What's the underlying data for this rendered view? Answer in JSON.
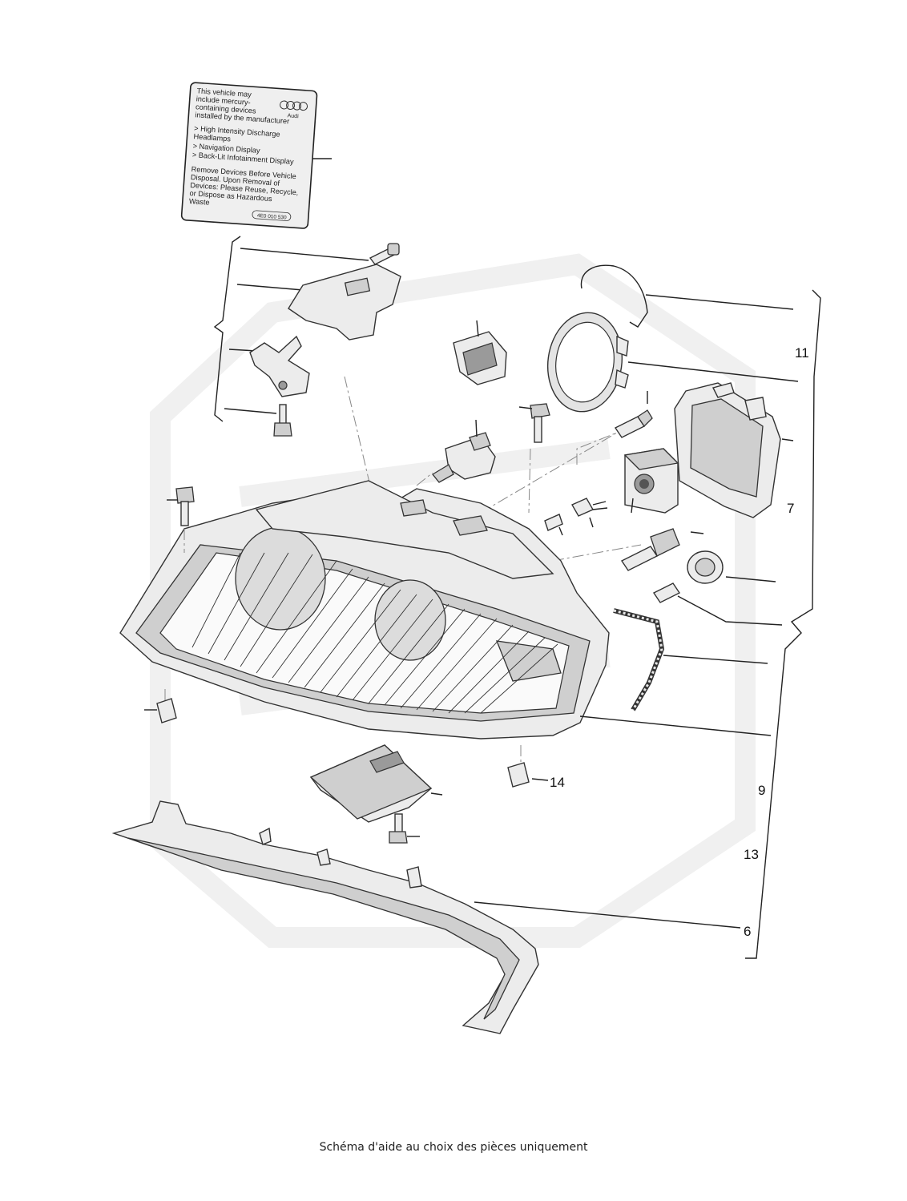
{
  "warning_label": {
    "lines": [
      "This vehicle may",
      "include mercury-",
      "containing devices",
      "installed by the manufacturer",
      "> High Intensity Discharge",
      "  Headlamps",
      "> Navigation Display",
      "> Back-Lit Infotainment Display",
      "Remove Devices Before Vehicle",
      "Disposal. Upon Removal of",
      "Devices: Please Reuse, Recycle,",
      "or Dispose as Hazardous",
      "Waste"
    ],
    "brand": "Audi",
    "code": "4E0 010 530"
  },
  "callouts": {
    "c11": "11",
    "c7": "7",
    "c14": "14",
    "c9": "9",
    "c13": "13",
    "c6": "6"
  },
  "caption": "Schéma d'aide au choix des pièces uniquement"
}
